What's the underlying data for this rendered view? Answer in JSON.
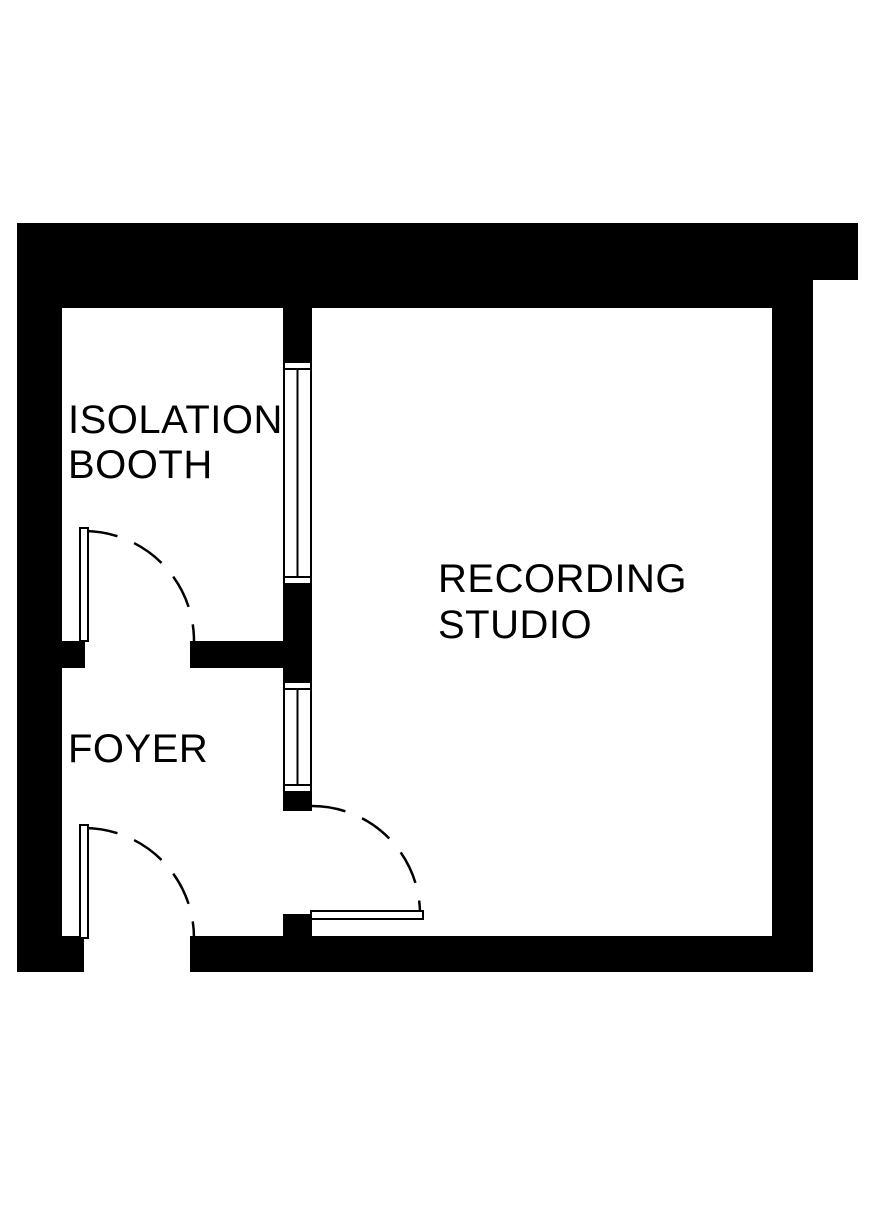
{
  "plan": {
    "type": "architectural-floor-plan",
    "rooms": {
      "isolation_booth": {
        "line1": "ISOLATION",
        "line2": "BOOTH"
      },
      "recording_studio": {
        "line1": "RECORDING",
        "line2": "STUDIO"
      },
      "foyer": {
        "line1": "FOYER"
      }
    },
    "symbols": {
      "door": "quarter-circle-dashed-swing-arc-with-open-panel",
      "window": "double-line-glazing-in-wall"
    }
  },
  "colors": {
    "wall": "#000000",
    "line": "#000000",
    "label": "#000000",
    "background": "#ffffff"
  }
}
